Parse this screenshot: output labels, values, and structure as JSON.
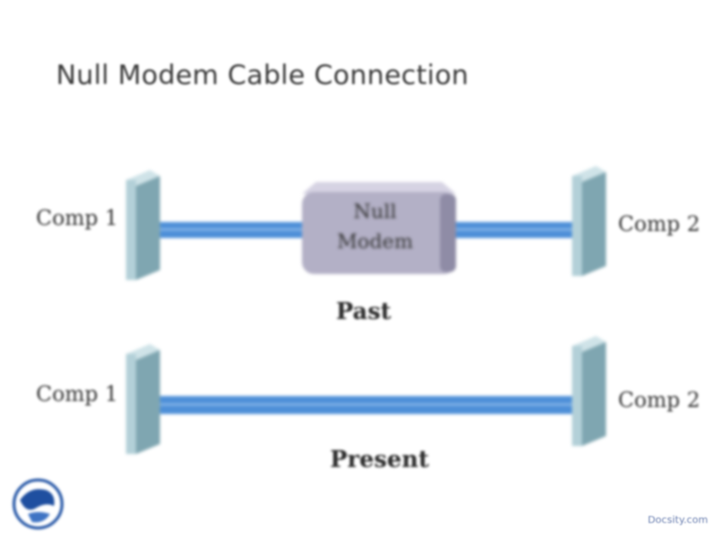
{
  "slide": {
    "title": "Null Modem Cable Connection"
  },
  "diagram": {
    "past": {
      "left_label": "Comp 1",
      "right_label": "Comp 2",
      "modem_line1": "Null",
      "modem_line2": "Modem",
      "caption": "Past"
    },
    "present": {
      "left_label": "Comp 1",
      "right_label": "Comp 2",
      "caption": "Present"
    }
  },
  "footer": {
    "text": "Docsity.com"
  },
  "colors": {
    "cable": "#4d8fd8",
    "connector": "#a7c6cf",
    "modem": "#b3b0c6"
  }
}
